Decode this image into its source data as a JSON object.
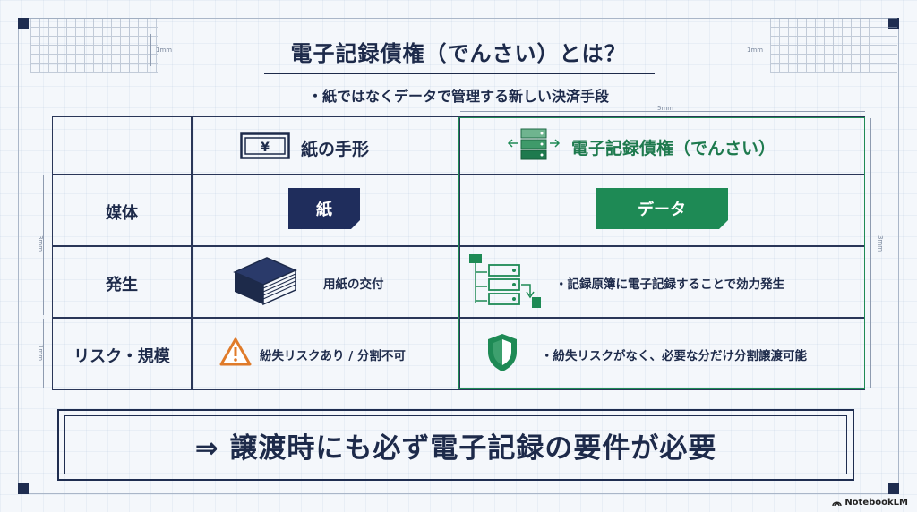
{
  "title": "電子記録債権（でんさい）とは？",
  "subtitle": "・紙ではなくデータで管理する新しい決済手段",
  "dimensions": {
    "top_left": "1mm",
    "top_right": "1mm",
    "top_width": "5mm",
    "left_upper": "3mm",
    "left_lower": "1mm",
    "right": "3mm"
  },
  "table": {
    "columns": {
      "paper": {
        "label": "紙の手形",
        "icon": "yen-banknote-icon"
      },
      "electronic": {
        "label": "電子記録債権（でんさい）",
        "icon": "server-sync-icon"
      }
    },
    "rows": {
      "medium": {
        "label": "媒体",
        "paper": {
          "badge": "紙",
          "color": "#1f2d5c"
        },
        "electronic": {
          "badge": "データ",
          "color": "#1e8a55"
        }
      },
      "occurrence": {
        "label": "発生",
        "paper": {
          "text": "用紙の交付",
          "icon": "paper-stack-icon"
        },
        "electronic": {
          "text": "・記録原簿に電子記録することで効力発生",
          "icon": "server-flow-icon"
        }
      },
      "risk": {
        "label": "リスク・規模",
        "paper": {
          "text": "紛失リスクあり / 分割不可",
          "icon": "warning-icon"
        },
        "electronic": {
          "text": "・紛失リスクがなく、必要な分だけ分割譲渡可能",
          "icon": "shield-check-icon"
        }
      }
    }
  },
  "conclusion": "⇒ 譲渡時にも必ず電子記録の要件が必要",
  "logo": "NotebookLM",
  "colors": {
    "navy": "#1d2a4a",
    "green": "#1e8a55",
    "warning": "#e07b2a"
  }
}
